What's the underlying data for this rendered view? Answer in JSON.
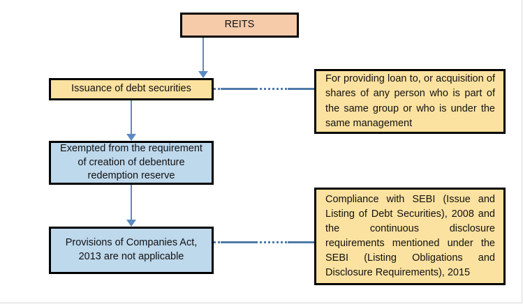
{
  "diagram": {
    "title": "REITS debt securities flow",
    "colors": {
      "peach": "#f6cbaa",
      "yellow": "#fce2a0",
      "blue": "#bed8ec",
      "outline": "#000000",
      "arrow": "#5b8ac4",
      "connector": "#4f7aa8",
      "background": "#ffffff"
    },
    "nodes": {
      "reits": "REITS",
      "issuance": "Issuance of debt securities",
      "exempted": "Exempted from the requirement of creation of debenture redemption reserve",
      "provisions": "Provisions of Companies Act, 2013 are not applicable"
    },
    "notes": {
      "loan_note": "For providing loan to, or acquisition of shares of any person who is part of the same group or who is under the same management",
      "compliance_note": "Compliance with SEBI (Issue and Listing of Debt Securities), 2008 and the continuous disclosure requirements mentioned under the SEBI (Listing Obligations and Disclosure Requirements), 2015"
    },
    "edges": [
      {
        "name": "reits-to-issuance",
        "from": "reits",
        "to": "issuance",
        "style": "arrow-down"
      },
      {
        "name": "issuance-to-exempted",
        "from": "issuance",
        "to": "exempted",
        "style": "arrow-down"
      },
      {
        "name": "exempted-to-provisions",
        "from": "exempted",
        "to": "provisions",
        "style": "arrow-down"
      },
      {
        "name": "issuance-to-loan-note",
        "from": "issuance",
        "to": "loan_note",
        "style": "dotted-line"
      },
      {
        "name": "provisions-to-compliance-note",
        "from": "provisions",
        "to": "compliance_note",
        "style": "dotted-line"
      }
    ]
  }
}
